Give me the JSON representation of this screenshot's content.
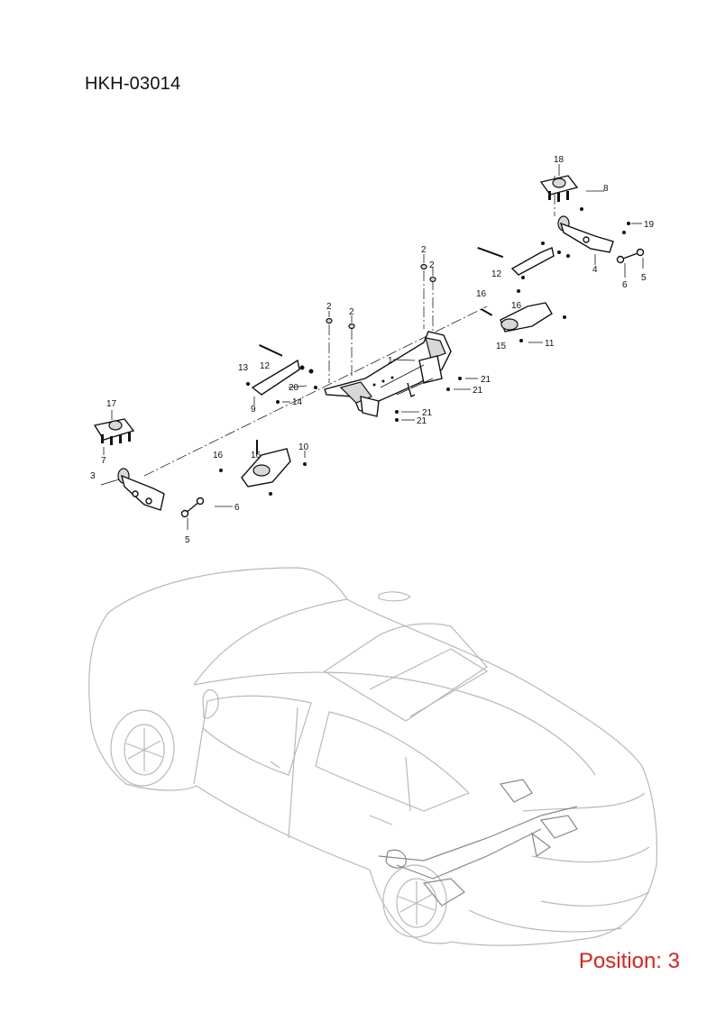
{
  "document": {
    "code": "HKH-03014",
    "position_label": "Position: 3"
  },
  "callouts": [
    {
      "id": "c-1",
      "text": "1"
    },
    {
      "id": "c-2a",
      "text": "2"
    },
    {
      "id": "c-2b",
      "text": "2"
    },
    {
      "id": "c-2c",
      "text": "2"
    },
    {
      "id": "c-2d",
      "text": "2"
    },
    {
      "id": "c-3",
      "text": "3"
    },
    {
      "id": "c-4",
      "text": "4"
    },
    {
      "id": "c-5a",
      "text": "5"
    },
    {
      "id": "c-5b",
      "text": "5"
    },
    {
      "id": "c-6a",
      "text": "6"
    },
    {
      "id": "c-6b",
      "text": "6"
    },
    {
      "id": "c-7",
      "text": "7"
    },
    {
      "id": "c-8",
      "text": "8"
    },
    {
      "id": "c-9",
      "text": "9"
    },
    {
      "id": "c-10",
      "text": "10"
    },
    {
      "id": "c-11",
      "text": "11"
    },
    {
      "id": "c-12a",
      "text": "12"
    },
    {
      "id": "c-12b",
      "text": "12"
    },
    {
      "id": "c-13",
      "text": "13"
    },
    {
      "id": "c-14",
      "text": "14"
    },
    {
      "id": "c-15",
      "text": "15"
    },
    {
      "id": "c-16a",
      "text": "16"
    },
    {
      "id": "c-16b",
      "text": "16"
    },
    {
      "id": "c-16c",
      "text": "16"
    },
    {
      "id": "c-16d",
      "text": "16"
    },
    {
      "id": "c-17",
      "text": "17"
    },
    {
      "id": "c-18",
      "text": "18"
    },
    {
      "id": "c-19",
      "text": "19"
    },
    {
      "id": "c-20",
      "text": "20"
    },
    {
      "id": "c-21a",
      "text": "21"
    },
    {
      "id": "c-21b",
      "text": "21"
    },
    {
      "id": "c-21c",
      "text": "21"
    },
    {
      "id": "c-21d",
      "text": "21"
    }
  ]
}
